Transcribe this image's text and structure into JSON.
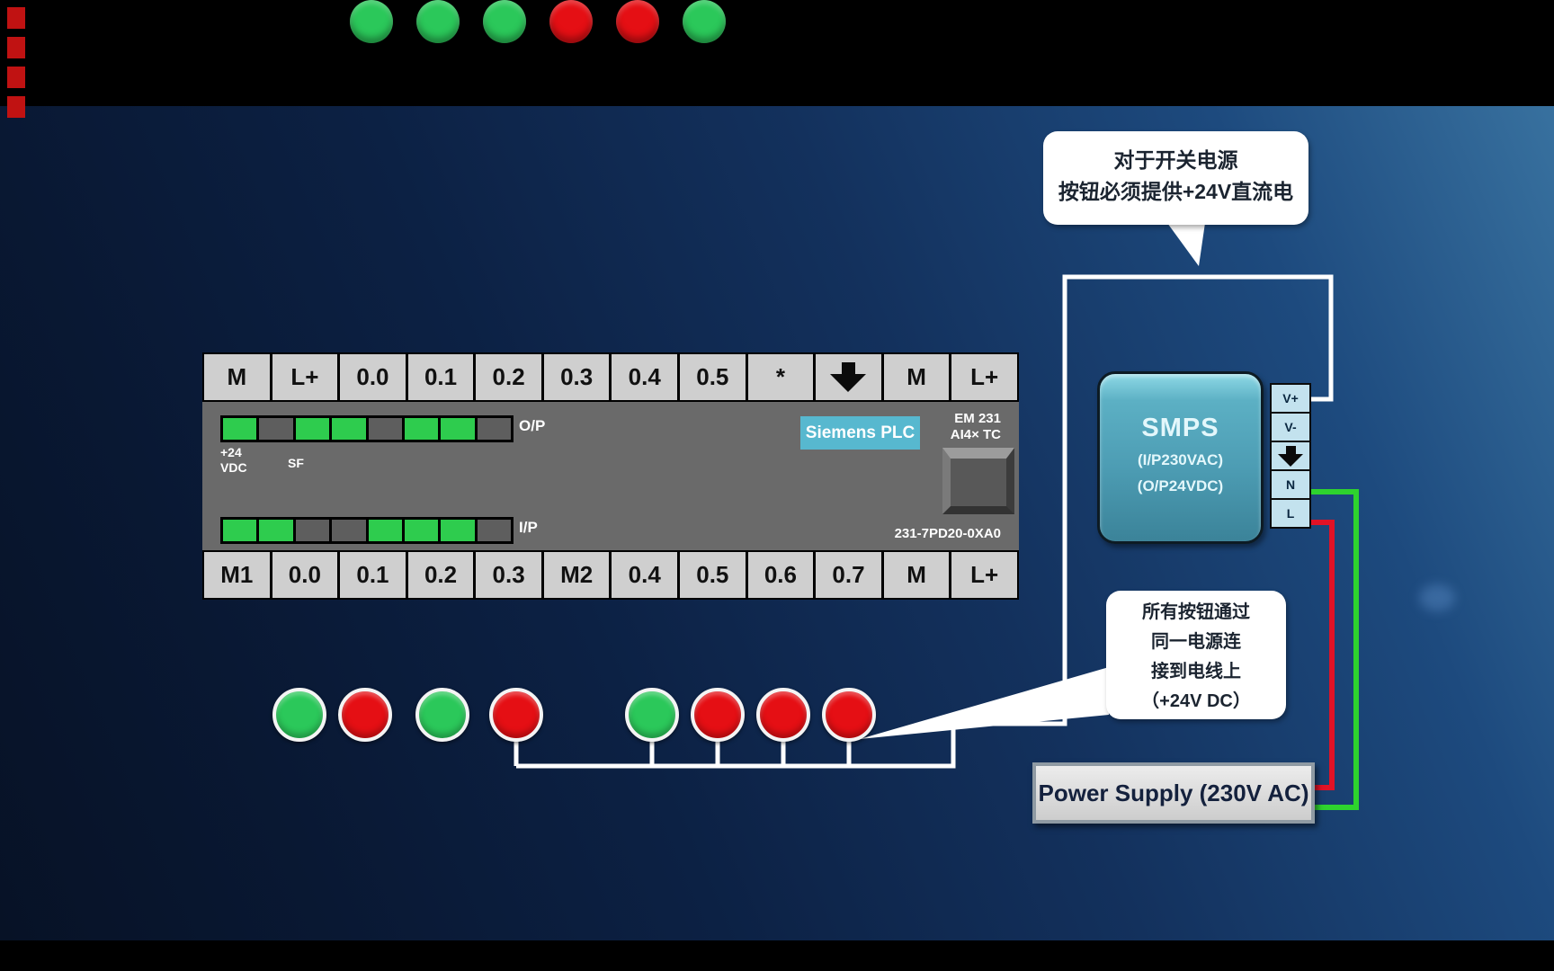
{
  "top_leds": [
    "green",
    "green",
    "green",
    "red",
    "red",
    "green"
  ],
  "plc": {
    "top_terminals": [
      "M",
      "L+",
      "0.0",
      "0.1",
      "0.2",
      "0.3",
      "0.4",
      "0.5",
      "*",
      "⬇",
      "M",
      "L+"
    ],
    "bottom_terminals": [
      "M1",
      "0.0",
      "0.1",
      "0.2",
      "0.3",
      "M2",
      "0.4",
      "0.5",
      "0.6",
      "0.7",
      "M",
      "L+"
    ],
    "op_label": "O/P",
    "ip_label": "I/P",
    "op_leds": [
      "on",
      "off",
      "on",
      "on",
      "off",
      "on",
      "on",
      "off"
    ],
    "ip_leds": [
      "on",
      "on",
      "off",
      "off",
      "on",
      "on",
      "on",
      "off"
    ],
    "supply_line1": "+24",
    "supply_line2": "VDC",
    "sf_label": "SF",
    "brand": "Siemens PLC",
    "module_line1": "EM 231",
    "module_line2": "AI4× TC",
    "part_number": "231-7PD20-0XA0"
  },
  "smps": {
    "title": "SMPS",
    "line2": "(I/P230VAC)",
    "line3": "(O/P24VDC)",
    "terminals": [
      "V+",
      "V-",
      "⬇",
      "N",
      "L"
    ]
  },
  "push_buttons": [
    "green",
    "red",
    "green",
    "red",
    "green",
    "red",
    "red",
    "red"
  ],
  "callout_top": {
    "line1": "对于开关电源",
    "line2": "按钮必须提供+24V直流电"
  },
  "callout_right": {
    "line1": "所有按钮通过",
    "line2": "同一电源连",
    "line3": "接到电线上",
    "line4": "（+24V DC）"
  },
  "power_supply": {
    "label": "Power Supply (230V AC)"
  },
  "palette": {
    "green": "#2bc85a",
    "red": "#e50f14",
    "on": "#2ecc4e",
    "off": "#5e5e5e"
  },
  "colors": {
    "wire_white": "#ffffff",
    "wire_green": "#2ed32e",
    "wire_red": "#e11226",
    "brand_teal": "#57b8cf",
    "smps_teal": "#4d9db4",
    "terminal_gray": "#cfcfcf",
    "plc_body_gray": "#6a6a6a",
    "smps_terminal_blue": "#c3e2ee"
  }
}
